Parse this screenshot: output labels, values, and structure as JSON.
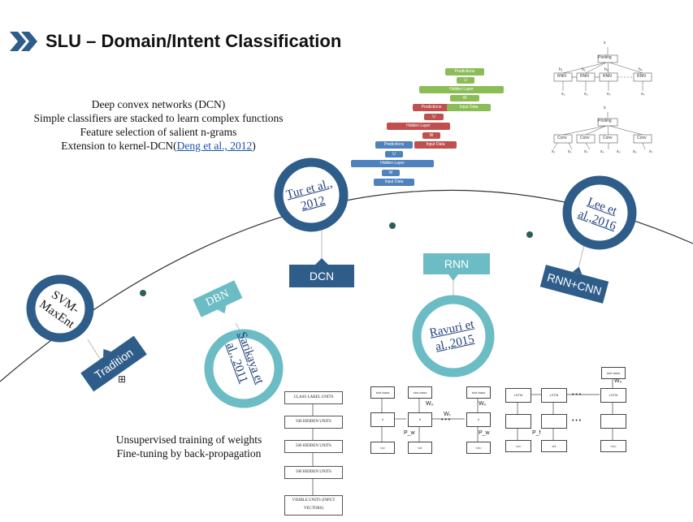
{
  "slide": {
    "title": "SLU – Domain/Intent Classification",
    "colors": {
      "dark_blue": "#2f5d8a",
      "teal": "#6bbcc4",
      "line": "#333333"
    }
  },
  "dcn_notes": {
    "line1": "Deep convex networks (DCN)",
    "line2": "Simple classifiers are stacked to learn complex functions",
    "line3": "Feature selection of salient n-grams",
    "line4_prefix": "Extension to kernel-DCN(",
    "line4_link": "Deng et al., 2012",
    "line4_suffix": ")"
  },
  "dbn_notes": {
    "line1": "Unsupervised training of weights",
    "line2": "Fine-tuning by back-propagation"
  },
  "timeline": {
    "circles": {
      "svm": "SVM-MaxEnt",
      "sarikaya": "Sarikaya et al., 2011",
      "tur": "Tur et al., 2012",
      "ravuri": "Ravuri et al.,2015",
      "lee": "Lee et al.,2016"
    },
    "tags": {
      "tradition": "Tradition",
      "dbn": "DBN",
      "dcn": "DCN",
      "rnn": "RNN",
      "rnn_cnn": "RNN+CNN"
    },
    "expand_glyph": "⊞"
  },
  "dcn_diagram": {
    "stack": [
      {
        "label": "Predictions",
        "color": "#8bbd56"
      },
      {
        "label": "U",
        "color": "#8bbd56"
      },
      {
        "label": "Hidden Layer",
        "color": "#8bbd56"
      },
      {
        "label": "W",
        "color": "#8bbd56"
      },
      {
        "label": "Predictions",
        "color": "#c0504d"
      },
      {
        "label": "Input Data",
        "color": "#8bbd56"
      },
      {
        "label": "U",
        "color": "#c0504d"
      },
      {
        "label": "Hidden Layer",
        "color": "#c0504d"
      },
      {
        "label": "W",
        "color": "#c0504d"
      },
      {
        "label": "Predictions",
        "color": "#4f81bd"
      },
      {
        "label": "Input Data",
        "color": "#c0504d"
      },
      {
        "label": "U",
        "color": "#4f81bd"
      },
      {
        "label": "Hidden Layer",
        "color": "#4f81bd"
      },
      {
        "label": "W",
        "color": "#4f81bd"
      },
      {
        "label": "Input Data",
        "color": "#4f81bd"
      }
    ]
  },
  "dbn_diagram": {
    "boxes": [
      "CLASS LABEL UNITS",
      "500 HIDDEN UNITS",
      "500 HIDDEN UNITS",
      "500 HIDDEN UNITS",
      "VISIBLE UNITS (INPUT VECTORS)"
    ]
  },
  "rnn_diagrams": {
    "left": {
      "out": "slot class",
      "h": "h",
      "in1": "<s>",
      "in2": "w1",
      "in3": "</s>",
      "wo": "W₀",
      "wr": "Wᵣ",
      "pw": "P_w",
      "dots": "• • •"
    },
    "right": {
      "out": "slot class",
      "lstm": "LSTM",
      "in1": "<s>",
      "in2": "w1",
      "in3": "</s>",
      "wo": "W₀",
      "pf": "P_f",
      "dots": "• • •"
    }
  },
  "lee_diagrams": {
    "top": {
      "pool": "Pooling",
      "cells": [
        "RNN",
        "RNN",
        "RNN",
        "RNN"
      ],
      "h": [
        "h₁",
        "h₂",
        "h₃",
        "h₄"
      ],
      "x": [
        "x₁",
        "x₂",
        "x₃",
        "x₄"
      ],
      "out": "s"
    },
    "bottom": {
      "pool": "Pooling",
      "cells": [
        "Conv",
        "Conv",
        "Conv",
        "Conv"
      ],
      "x": [
        "x₁",
        "x₂",
        "x₃",
        "x₄",
        "x₅",
        "x₆",
        "x₇"
      ],
      "out": "s"
    }
  }
}
